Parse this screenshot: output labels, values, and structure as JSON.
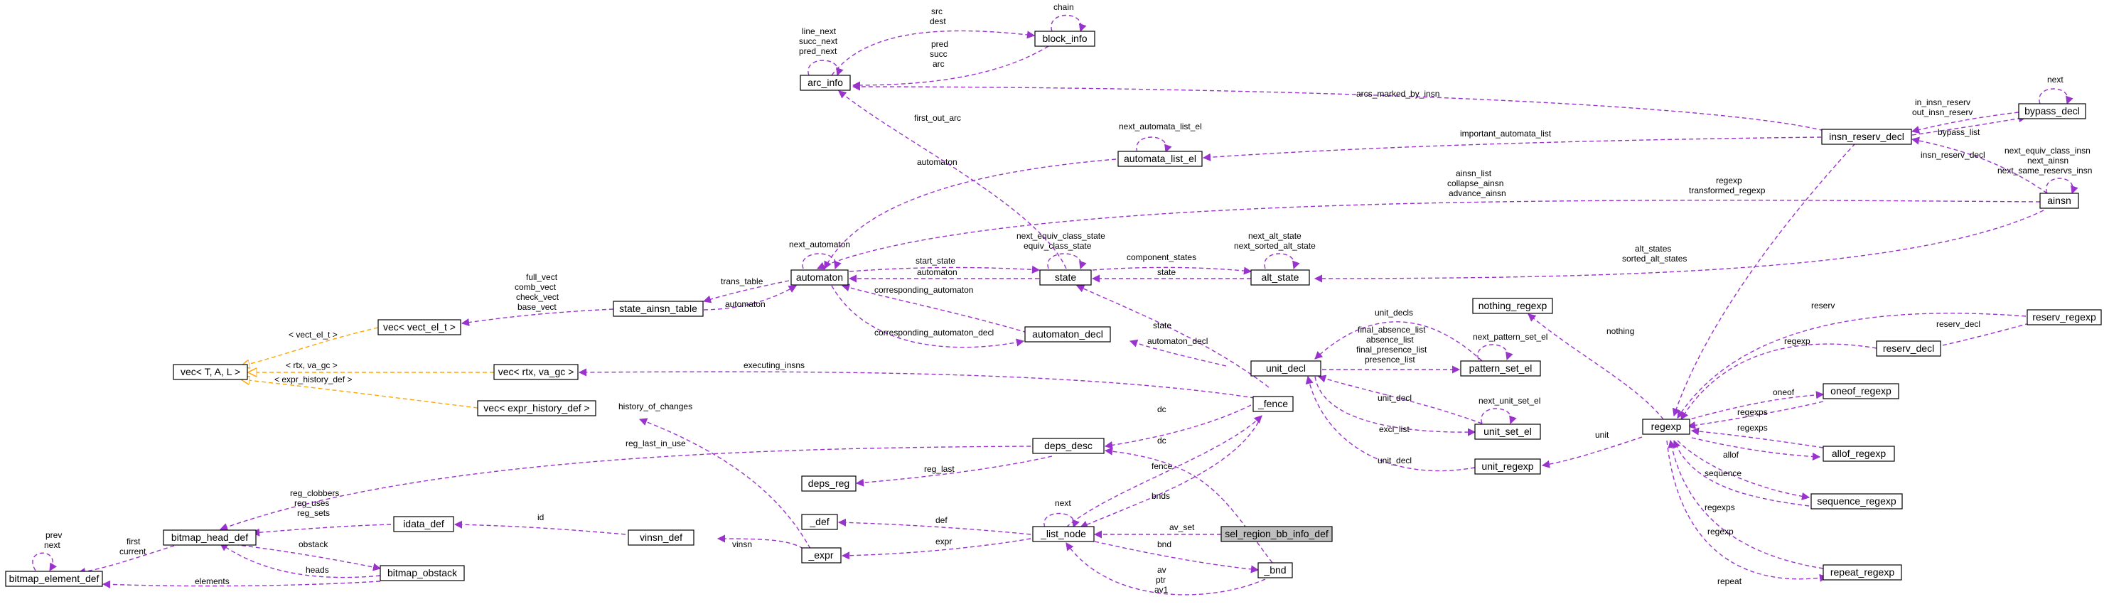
{
  "colors": {
    "usage_edge": "#9a32cd",
    "inherit_edge": "#ffa500",
    "focus_fill": "#bfbfbf",
    "node_border": "#000000"
  },
  "nodes": {
    "sel_region_bb_info_def": "sel_region_bb_info_def",
    "list_node": "_list_node",
    "fence": "_fence",
    "bnd": "_bnd",
    "expr": "_expr",
    "def": "_def",
    "deps_desc": "deps_desc",
    "deps_reg": "deps_reg",
    "vinsn_def": "vinsn_def",
    "idata_def": "idata_def",
    "bitmap_head_def": "bitmap_head_def",
    "bitmap_obstack": "bitmap_obstack",
    "bitmap_element_def": "bitmap_element_def",
    "vec_expr_history_def": "vec< expr_history_def >",
    "vec_rtx": "vec< rtx, va_gc >",
    "vec_vect_el": "vec< vect_el_t >",
    "vec_tal": "vec< T, A, L >",
    "state_ainsn_table": "state_ainsn_table",
    "automaton": "automaton",
    "state": "state",
    "alt_state": "alt_state",
    "automaton_decl": "automaton_decl",
    "automata_list_el": "automata_list_el",
    "arc_info": "arc_info",
    "block_info": "block_info",
    "unit_decl": "unit_decl",
    "pattern_set_el": "pattern_set_el",
    "unit_set_el": "unit_set_el",
    "unit_regexp": "unit_regexp",
    "nothing_regexp": "nothing_regexp",
    "regexp": "regexp",
    "reserv_decl": "reserv_decl",
    "reserv_regexp": "reserv_regexp",
    "oneof_regexp": "oneof_regexp",
    "allof_regexp": "allof_regexp",
    "sequence_regexp": "sequence_regexp",
    "repeat_regexp": "repeat_regexp",
    "insn_reserv_decl": "insn_reserv_decl",
    "bypass_decl": "bypass_decl",
    "ainsn": "ainsn"
  },
  "edge_labels": {
    "av_set": "av_set",
    "next": "next",
    "bnds": "bnds",
    "fence": "fence",
    "bnd": "bnd",
    "av_ptr_av1": [
      "av",
      "ptr",
      "av1"
    ],
    "dc1": "dc",
    "dc2": "dc",
    "def": "def",
    "expr": "expr",
    "vinsn": "vinsn",
    "id": "id",
    "history_of_changes": "history_of_changes",
    "reg_last": "reg_last",
    "reg_last_in_use": "reg_last_in_use",
    "reg_clobbers_uses_sets": [
      "reg_clobbers",
      "reg_uses",
      "reg_sets"
    ],
    "obstack": "obstack",
    "heads": "heads",
    "first_current": [
      "first",
      "current"
    ],
    "elements": "elements",
    "prev_next": [
      "prev",
      "next"
    ],
    "executing_insns": "executing_insns",
    "tpl_vect": "< vect_el_t >",
    "tpl_rtx": "< rtx, va_gc >",
    "tpl_hist": "< expr_history_def >",
    "vects": [
      "full_vect",
      "comb_vect",
      "check_vect",
      "base_vect"
    ],
    "trans_table": "trans_table",
    "automaton1": "automaton",
    "automaton2": "automaton",
    "automaton3": "automaton",
    "next_automaton": "next_automaton",
    "start_state": "start_state",
    "corresponding_automaton": "corresponding_automaton",
    "corresponding_automaton_decl": "corresponding_automaton_decl",
    "equiv_states": [
      "next_equiv_class_state",
      "equiv_class_state"
    ],
    "component_states": "component_states",
    "state1": "state",
    "state2": "state",
    "alt_next": [
      "next_alt_state",
      "next_sorted_alt_state"
    ],
    "alt_states": [
      "alt_states",
      "sorted_alt_states"
    ],
    "first_out_arc": "first_out_arc",
    "arc_self": [
      "line_next",
      "succ_next",
      "pred_next"
    ],
    "src_dest": [
      "src",
      "dest"
    ],
    "pred_succ_arc": [
      "pred",
      "succ",
      "arc"
    ],
    "chain": "chain",
    "arcs_marked_by_insn": "arcs_marked_by_insn",
    "next_automata_list_el": "next_automata_list_el",
    "important_automata_list": "important_automata_list",
    "ainsn_lists": [
      "ainsn_list",
      "collapse_ainsn",
      "advance_ainsn"
    ],
    "ainsn_self": [
      "next_equiv_class_insn",
      "next_ainsn",
      "next_same_reservs_insn"
    ],
    "insn_reserv_decl": "insn_reserv_decl",
    "bypass_in_out": [
      "in_insn_reserv",
      "out_insn_reserv"
    ],
    "bypass_list": "bypass_list",
    "bypass_next": "next",
    "regexp_transformed": [
      "regexp",
      "transformed_regexp"
    ],
    "automaton_decl": "automaton_decl",
    "unit_decls": "unit_decls",
    "absence_lists": [
      "final_absence_list",
      "absence_list",
      "final_presence_list",
      "presence_list"
    ],
    "next_pattern_set_el": "next_pattern_set_el",
    "unit_decl1": "unit_decl",
    "next_unit_set_el": "next_unit_set_el",
    "excl_list": "excl_list",
    "unit_decl2": "unit_decl",
    "unit": "unit",
    "nothing": "nothing",
    "reserv": "reserv",
    "regexp1": "regexp",
    "reserv_decl": "reserv_decl",
    "oneof": "oneof",
    "regexps1": "regexps",
    "regexps2": "regexps",
    "allof": "allof",
    "sequence": "sequence",
    "regexps3": "regexps",
    "regexp2": "regexp",
    "repeat": "repeat"
  }
}
